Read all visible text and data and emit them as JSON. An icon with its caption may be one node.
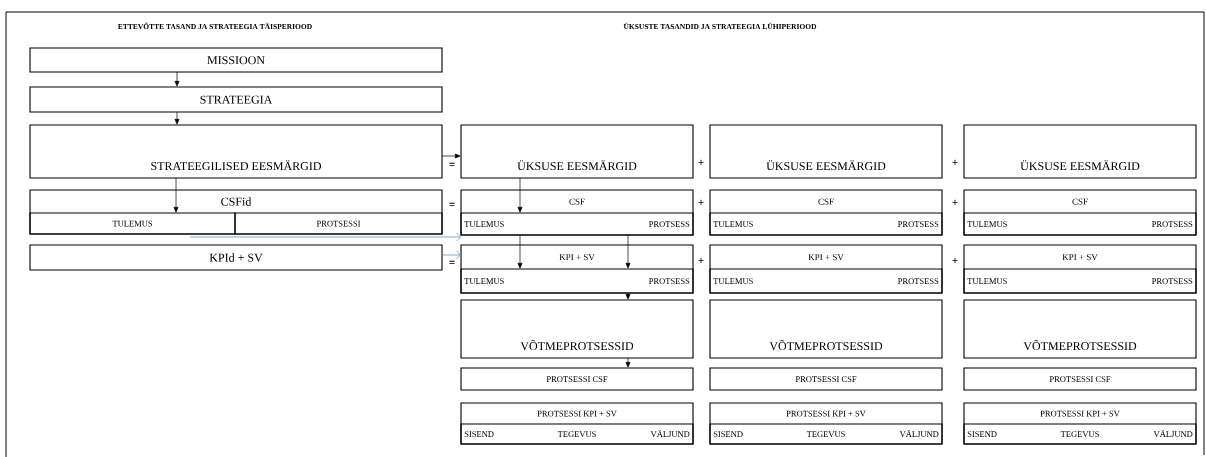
{
  "diagram": {
    "nodes": [
      {
        "text": [
          "MISSIOON"
        ]
      },
      {
        "text": [
          "STRATEEGIA"
        ]
      },
      {
        "text": [
          "STRATEEGILISED EESMÄRGID"
        ]
      },
      {
        "text": [
          "CSFid"
        ]
      },
      {
        "text": [
          "TULEMUS"
        ],
        "in": 3
      },
      {
        "text": [
          "PROTSESSI"
        ],
        "in": 3
      },
      {
        "text": [
          "KPId + SV"
        ]
      },
      {
        "text": [
          "ÜKSUSE EESMÄRGID"
        ]
      },
      {
        "text": [
          "CSF"
        ]
      },
      {
        "text": [
          "TULEMUS",
          "PROTSESS"
        ],
        "in": 8
      },
      {
        "text": [
          "KPI + SV"
        ]
      },
      {
        "text": [
          "TULEMUS",
          "PROTSESS"
        ],
        "in": 10
      },
      {
        "text": [
          "VÕTMEPROTSESSID"
        ]
      },
      {
        "text": [
          "PROTSESSI CSF"
        ]
      },
      {
        "text": [
          "PROTSESSI KPI + SV"
        ]
      },
      {
        "text": [
          "SISEND",
          "TEGEVUS",
          "VÄLJUND"
        ],
        "in": 14
      },
      {
        "text": [
          "ÜKSUSE EESMÄRGID"
        ]
      },
      {
        "text": [
          "CSF"
        ]
      },
      {
        "text": [
          "TULEMUS",
          "PROTSESS"
        ],
        "in": 17
      },
      {
        "text": [
          "KPI + SV"
        ]
      },
      {
        "text": [
          "TULEMUS",
          "PROTSESS"
        ],
        "in": 19
      },
      {
        "text": [
          "VÕTMEPROTSESSID"
        ]
      },
      {
        "text": [
          "PROTSESSI CSF"
        ]
      },
      {
        "text": [
          "PROTSESSI KPI + SV"
        ]
      },
      {
        "text": [
          "SISEND",
          "TEGEVUS",
          "VÄLJUND"
        ],
        "in": 23
      },
      {
        "text": [
          "ÜKSUSE EESMÄRGID"
        ]
      },
      {
        "text": [
          "CSF"
        ]
      },
      {
        "text": [
          "TULEMUS",
          "PROTSESS"
        ],
        "in": 26
      },
      {
        "text": [
          "KPI + SV"
        ]
      },
      {
        "text": [
          "TULEMUS",
          "PROTSESS"
        ],
        "in": 28
      },
      {
        "text": [
          "VÕTMEPROTSESSID"
        ]
      },
      {
        "text": [
          "PROTSESSI CSF"
        ]
      },
      {
        "text": [
          "PROTSESSI KPI + SV"
        ]
      },
      {
        "text": [
          "SISEND",
          "TEGEVUS",
          "VÄLJUND"
        ],
        "in": 32
      }
    ],
    "edges": [
      {
        "from": 0,
        "to": 1,
        "arrow": "to"
      },
      {
        "from": 1,
        "to": 2,
        "arrow": "to"
      },
      {
        "from": 2,
        "to": 4,
        "arrow": "to"
      },
      {
        "from": 2,
        "to": 7,
        "arrow": "to"
      },
      {
        "from": 7,
        "to": 9,
        "arrow": "to"
      },
      {
        "from": 9,
        "to": 11,
        "arrow": "to"
      },
      {
        "from": 9,
        "to": 11,
        "arrow": "to"
      },
      {
        "from": 11,
        "to": 12,
        "arrow": "to"
      },
      {
        "from": 12,
        "to": 13,
        "arrow": "to"
      },
      {
        "from": 4,
        "to": 9,
        "arrow": "to",
        "color": "#4f81bd"
      },
      {
        "from": 6,
        "to": 10,
        "arrow": "to",
        "color": "#4f81bd"
      }
    ],
    "labels": [
      "ETTEVÕTTE TASAND JA STRATEEGIA TÄISPERIOOD",
      "ÜKSUSTE TASANDID JA STRATEEGIA LÜHIPERIOOD",
      "=",
      "+",
      "+",
      "=",
      "+",
      "+",
      "=",
      "+",
      "+"
    ]
  }
}
